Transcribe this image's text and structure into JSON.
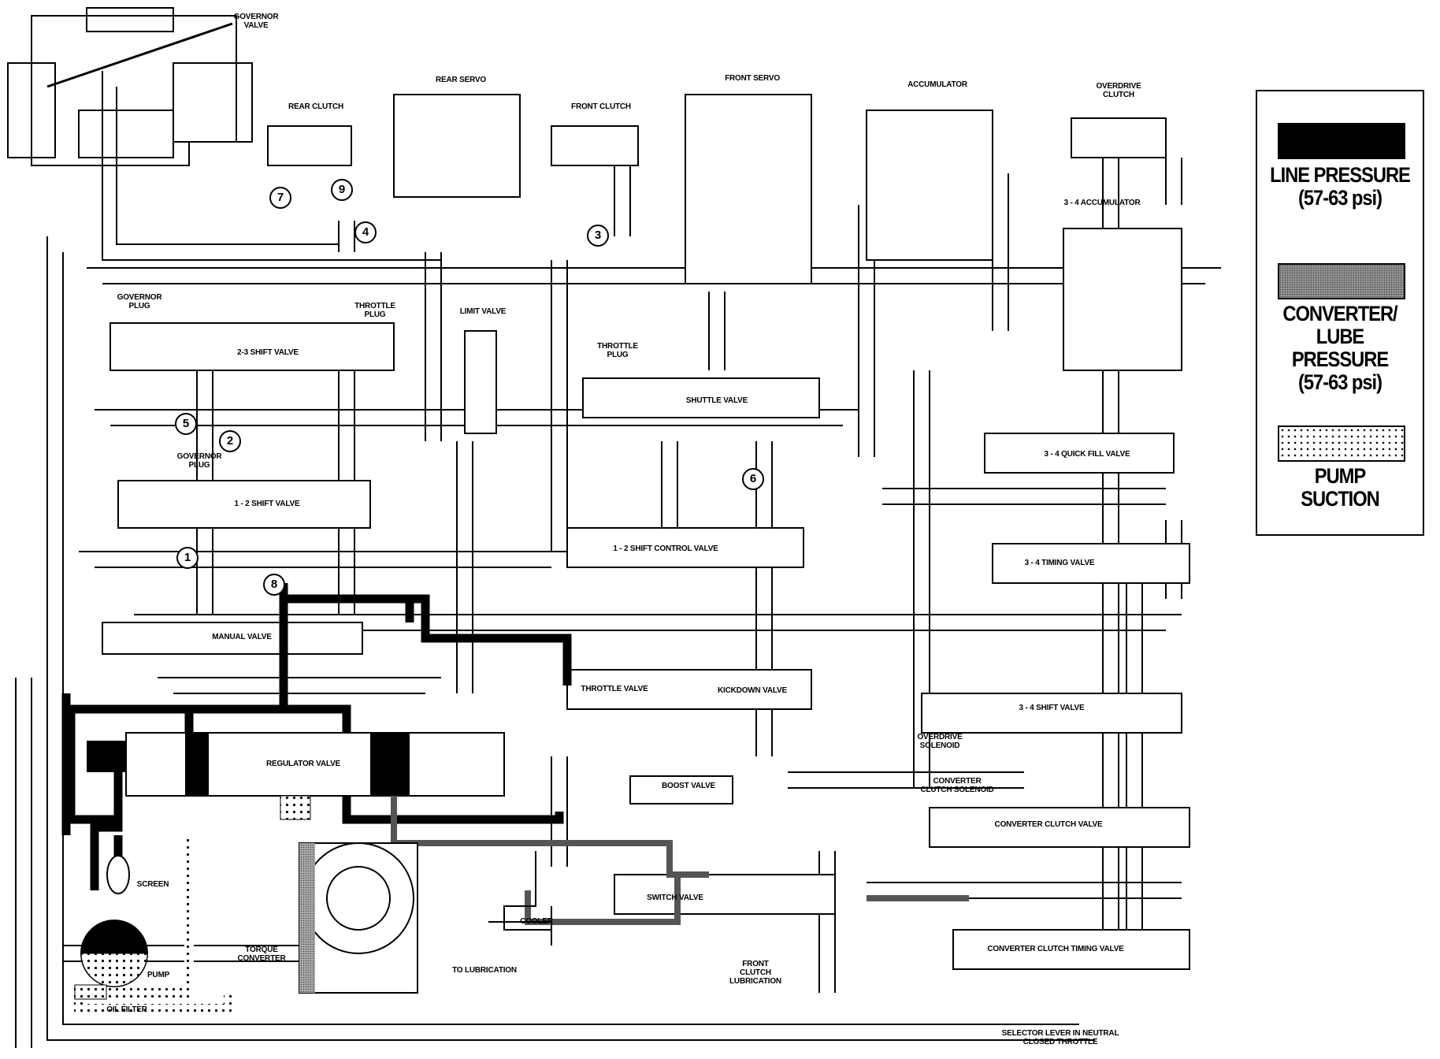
{
  "labels": {
    "governor_valve": "GOVERNOR\nVALVE",
    "rear_servo": "REAR SERVO",
    "rear_clutch": "REAR CLUTCH",
    "front_clutch": "FRONT CLUTCH",
    "front_servo": "FRONT SERVO",
    "accumulator": "ACCUMULATOR",
    "overdrive_clutch": "OVERDRIVE\nCLUTCH",
    "accumulator_34": "3 - 4 ACCUMULATOR",
    "governor_plug_upper": "GOVERNOR\nPLUG",
    "throttle_plug_upper": "THROTTLE\nPLUG",
    "shift_valve_23": "2-3 SHIFT VALVE",
    "limit_valve": "LIMIT VALVE",
    "throttle_plug_mid": "THROTTLE\nPLUG",
    "shuttle_valve": "SHUTTLE VALVE",
    "governor_plug_lower": "GOVERNOR\nPLUG",
    "shift_valve_12": "1 - 2 SHIFT VALVE",
    "quick_fill_34": "3 - 4 QUICK FILL VALVE",
    "shift_control_12": "1 - 2 SHIFT CONTROL VALVE",
    "timing_valve_34": "3 - 4 TIMING VALVE",
    "manual_valve": "MANUAL VALVE",
    "throttle_valve": "THROTTLE VALVE",
    "kickdown_valve": "KICKDOWN VALVE",
    "shift_valve_34": "3 - 4 SHIFT VALVE",
    "overdrive_solenoid": "OVERDRIVE\nSOLENOID",
    "converter_clutch_solenoid": "CONVERTER\nCLUTCH SOLENOID",
    "regulator_valve": "REGULATOR VALVE",
    "boost_valve": "BOOST VALVE",
    "converter_clutch_valve": "CONVERTER CLUTCH VALVE",
    "screen": "SCREEN",
    "switch_valve": "SWITCH VALVE",
    "cooler": "COOLER",
    "torque_converter": "TORQUE\nCONVERTER",
    "to_lubrication": "TO LUBRICATION",
    "front_clutch_lubrication": "FRONT\nCLUTCH\nLUBRICATION",
    "converter_clutch_timing": "CONVERTER CLUTCH TIMING VALVE",
    "pump": "PUMP",
    "oil_filter": "OIL FILTER",
    "selector_note": "SELECTOR LEVER IN NEUTRAL\nCLOSED THROTTLE"
  },
  "badges": [
    "1",
    "2",
    "3",
    "4",
    "5",
    "6",
    "7",
    "8",
    "9"
  ],
  "legend": {
    "line_pressure": "LINE PRESSURE\n(57-63 psi)",
    "converter_lube": "CONVERTER/\nLUBE PRESSURE\n(57-63 psi)",
    "pump_suction": "PUMP\nSUCTION"
  }
}
